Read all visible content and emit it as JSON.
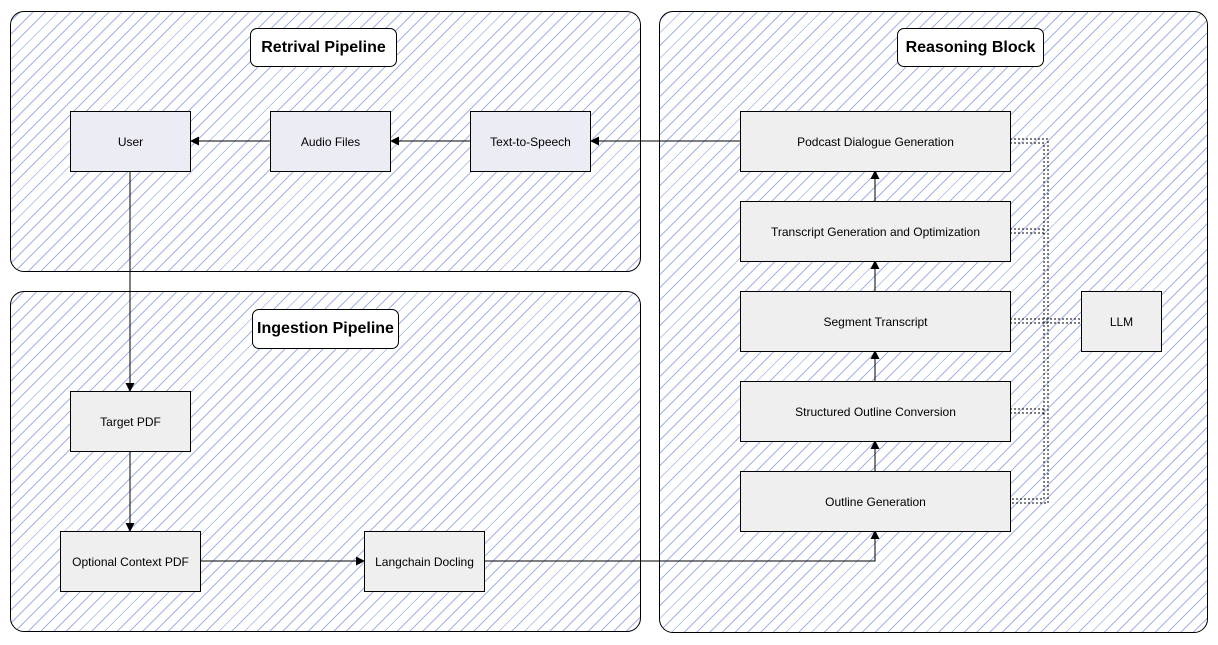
{
  "groups": {
    "retrieval": {
      "title": "Retrival Pipeline"
    },
    "ingestion": {
      "title": "Ingestion Pipeline"
    },
    "reasoning": {
      "title": "Reasoning Block"
    }
  },
  "nodes": {
    "user": "User",
    "audio_files": "Audio Files",
    "tts": "Text-to-Speech",
    "target_pdf": "Target PDF",
    "optional_context_pdf": "Optional Context PDF",
    "langchain_docling": "Langchain Docling",
    "podcast_dialogue": "Podcast Dialogue Generation",
    "transcript_generation": "Transcript Generation and Optimization",
    "segment_transcript": "Segment Transcript",
    "structured_outline": "Structured Outline Conversion",
    "outline_generation": "Outline Generation",
    "llm": "LLM"
  },
  "colors": {
    "hatch": "#a3b3e8",
    "node_fill": "#efefef",
    "node_fill_tint": "#ececf4",
    "stroke": "#000000"
  }
}
